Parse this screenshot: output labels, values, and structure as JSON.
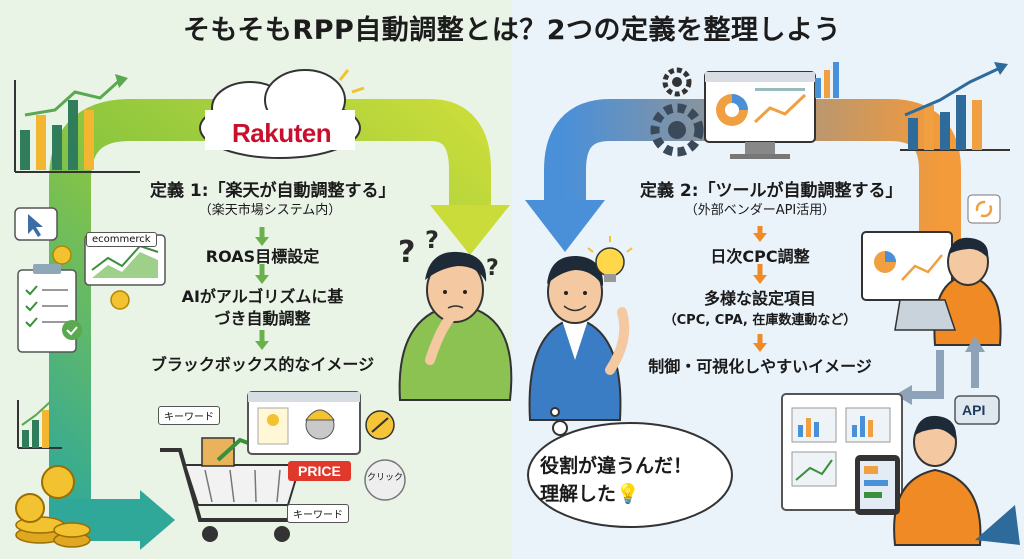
{
  "title": "そもそもRPP自動調整とは？2つの定義を整理しよう",
  "left": {
    "logo": "Rakuten",
    "definition": "定義 1:「楽天が自動調整する」",
    "definition_sub": "（楽天市場システム内）",
    "steps": [
      "ROAS目標設定",
      "AIがアルゴリズムに基",
      "づき自動調整",
      "ブラックボックス的なイメージ"
    ],
    "tags": {
      "ecommerce": "ecommerck",
      "keyword1": "キーワード",
      "keyword2": "キーワード",
      "price": "PRICE",
      "click": "クリック"
    }
  },
  "right": {
    "definition": "定義 2:「ツールが自動調整する」",
    "definition_sub": "（外部ベンダーAPI活用）",
    "steps": [
      "日次CPC調整",
      "多様な設定項目",
      "（CPC, CPA, 在庫数連動など）",
      "制御・可視化しやすいイメージ"
    ],
    "bubble_line1": "役割が違うんだ！",
    "bubble_line2": "理解した💡",
    "api_label": "API"
  },
  "colors": {
    "left_arrow": "#9ccc4a",
    "right_arrow_blue": "#4a90d9",
    "right_arrow_orange": "#f0a040",
    "step_arrow_green": "#6ab04c",
    "step_arrow_orange": "#f08a24",
    "rakuten_red": "#c8102e"
  },
  "icons": [
    "question-mark-icon",
    "lightbulb-icon",
    "gear-icon",
    "shopping-cart-icon",
    "coin-icon",
    "bar-chart-icon",
    "monitor-icon",
    "laptop-icon",
    "tablet-icon",
    "cloud-icon",
    "cursor-icon",
    "checklist-icon"
  ]
}
